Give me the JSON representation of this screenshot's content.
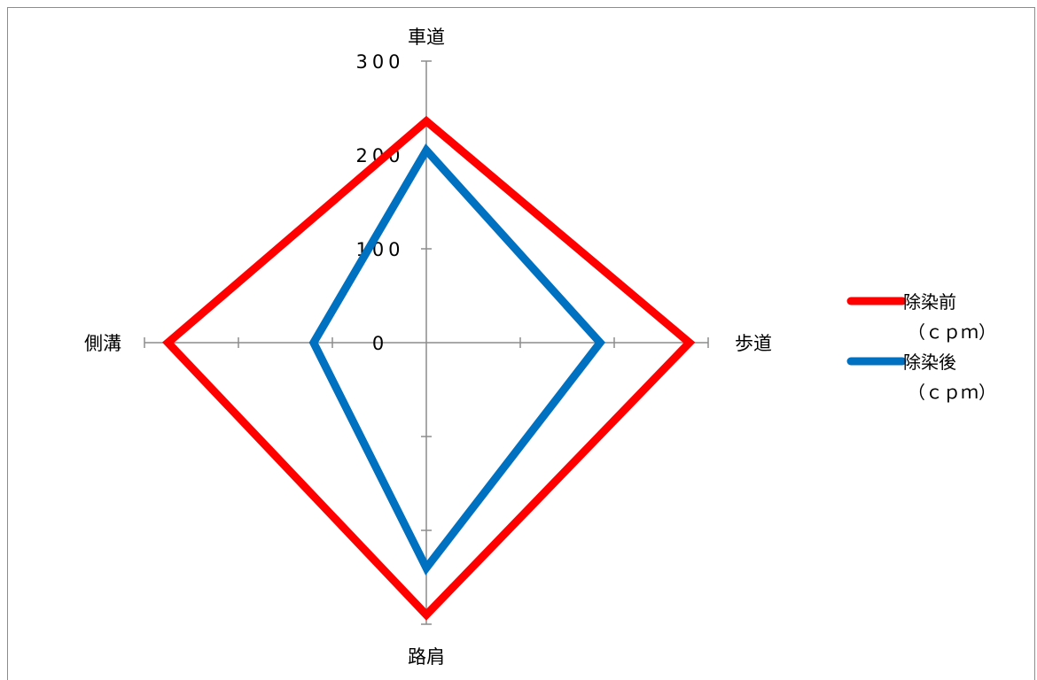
{
  "chart_data": {
    "type": "radar",
    "categories": [
      "車道",
      "歩道",
      "路肩",
      "側溝"
    ],
    "series": [
      {
        "name": "除染前",
        "name_unit": "（ｃｐｍ）",
        "color": "#ff0000",
        "values": [
          236,
          280,
          290,
          275
        ]
      },
      {
        "name": "除染後",
        "name_unit": "（ｃｐｍ）",
        "color": "#0070c0",
        "values": [
          205,
          185,
          240,
          120
        ]
      }
    ],
    "rlim": [
      0,
      300
    ],
    "ticks": [
      "0",
      "100",
      "200",
      "300"
    ],
    "tick_values": [
      0,
      100,
      200,
      300
    ],
    "legend_position": "right"
  }
}
